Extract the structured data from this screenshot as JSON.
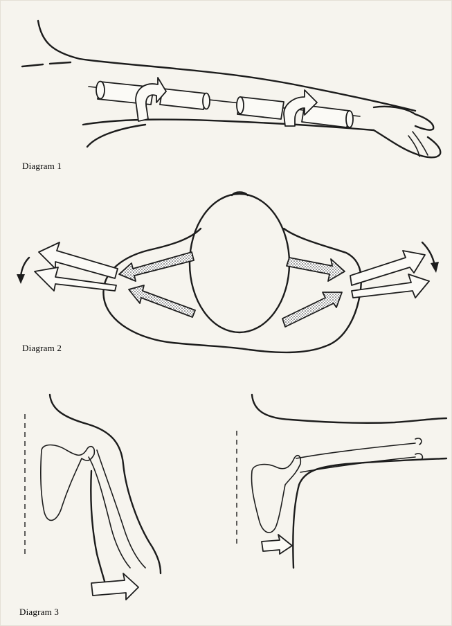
{
  "captions": {
    "diagram1": "Diagram 1",
    "diagram2": "Diagram 2",
    "diagram3": "Diagram 3"
  },
  "colors": {
    "paper": "#f6f4ee",
    "ink": "#1c1c1c"
  }
}
